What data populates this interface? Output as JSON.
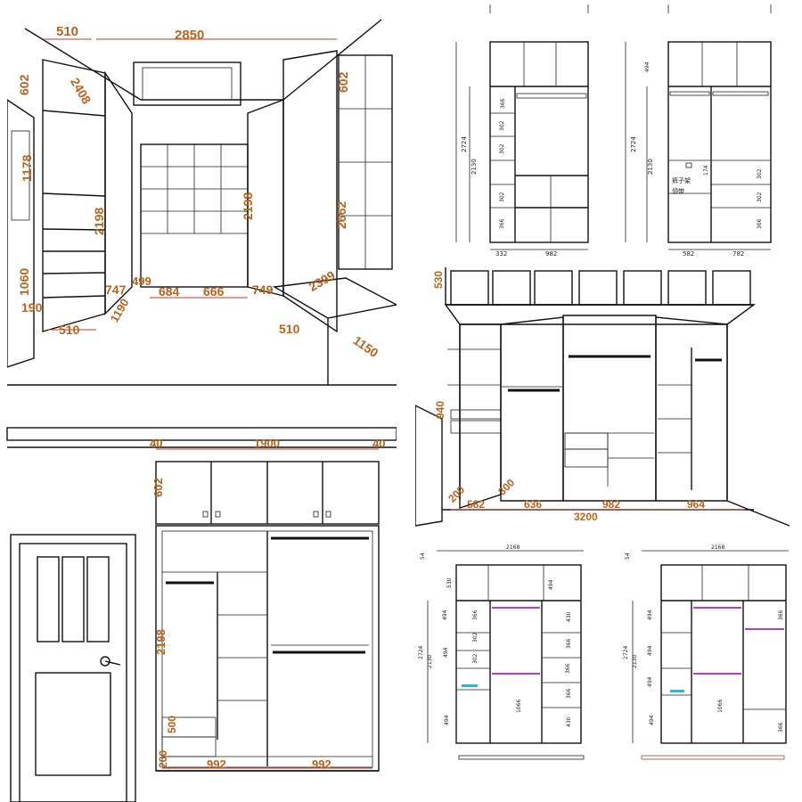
{
  "colors": {
    "dim_line": "#c0392b",
    "dim_text": "#b5651d",
    "line": "#111111",
    "accent_purple": "#b040c0",
    "accent_cyan": "#30b8c8"
  },
  "p1": {
    "d_510_top": "510",
    "d_2850": "2850",
    "d_602": "602",
    "d_2408": "2408",
    "d_1178": "1178",
    "d_2198_l": "2198",
    "d_1060": "1060",
    "d_190": "190",
    "d_510_bot": "510",
    "d_747": "747",
    "d_1190": "1190",
    "d_499": "499",
    "d_684": "684",
    "d_666": "666",
    "d_749": "749",
    "d_2198_r": "2198",
    "d_602_r": "602",
    "d_2662": "2662",
    "d_2399": "2399",
    "d_510_br": "510",
    "d_1150": "1150"
  },
  "p2": {
    "h_2724": "2724",
    "h_2130": "2130",
    "c_366a": "366",
    "c_302a": "302",
    "c_302b": "302",
    "c_302c": "302",
    "c_366b": "366",
    "w_332": "332",
    "w_982": "982"
  },
  "p3": {
    "h_2724": "2724",
    "h_2130": "2130",
    "h_494": "494",
    "c_174": "174",
    "c_302": "302",
    "c_302b": "302",
    "c_366": "366",
    "w_582": "582",
    "w_782": "782",
    "lbl_rack": "裤子架",
    "lbl_tie": "领带"
  },
  "p4": {
    "d_40l": "40",
    "d_1900": "1900",
    "d_40r": "40",
    "d_602": "602",
    "d_2198": "2198",
    "d_500": "500",
    "d_200": "200",
    "w_left": "992",
    "w_right": "992"
  },
  "p5": {
    "d_530": "530",
    "d_940": "940",
    "d_200": "200",
    "d_300": "300",
    "w_582": "582",
    "w_636": "636",
    "w_982": "982",
    "w_964": "964",
    "w_3200": "3200"
  },
  "p6": {
    "w_2168": "2168",
    "h_54": "54",
    "h_530": "530",
    "h_494": "494",
    "h_2724": "2724",
    "h_2130": "2130",
    "c_494a": "494",
    "c_494b": "494",
    "c_494c": "494",
    "c_366": "366",
    "c_302a": "302",
    "c_302b": "302",
    "c_430a": "430",
    "c_366b": "366",
    "c_366c": "366",
    "c_366d": "366",
    "c_430b": "430",
    "c_1066": "1066"
  },
  "p7": {
    "w_2168": "2168",
    "h_54": "54",
    "h_494": "494",
    "h_2724": "2724",
    "h_2130": "2130",
    "c_494a": "494",
    "c_494b": "494",
    "c_494c": "494",
    "c_494d": "494",
    "c_366": "366",
    "c_366b": "366",
    "c_1066": "1066"
  }
}
